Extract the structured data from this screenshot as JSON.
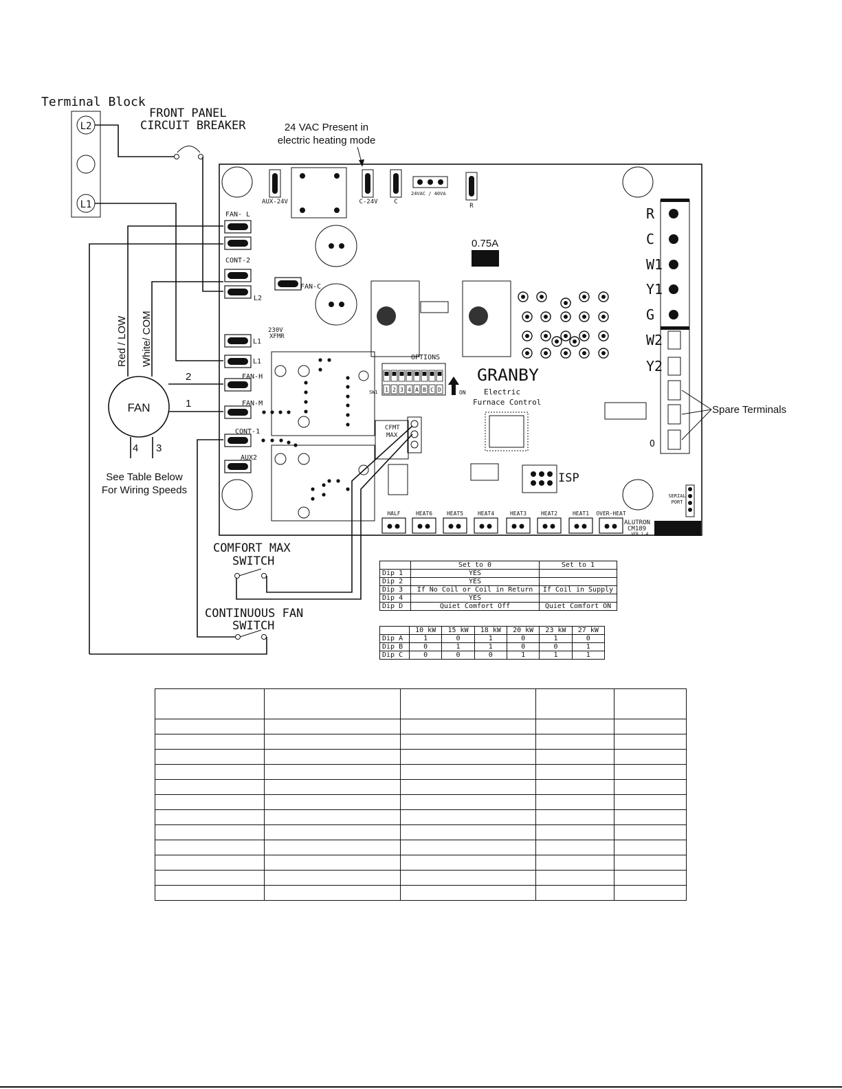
{
  "labels": {
    "terminal_block": "Terminal Block",
    "breaker_line1": "FRONT PANEL",
    "breaker_line2": "CIRCUIT BREAKER",
    "vac_line1": "24 VAC Present in",
    "vac_line2": "electric heating mode",
    "red_low": "Red / LOW",
    "white_com": "White/ COM",
    "fan": "FAN",
    "fan_wire_2": "2",
    "fan_wire_1": "1",
    "fan_wire_4": "4",
    "fan_wire_3": "3",
    "see_table_1": "See Table Below",
    "see_table_2": "For Wiring Speeds",
    "comfort_max_1": "COMFORT MAX",
    "comfort_max_2": "SWITCH",
    "cont_fan_1": "CONTINUOUS FAN",
    "cont_fan_2": "SWITCH",
    "spare_terminals": "Spare Terminals",
    "fuse_rating": "0.75A",
    "brand": "GRANBY",
    "product_1": "Electric",
    "product_2": "Furnace Control",
    "mfr_1": "ALUTRON",
    "mfr_2": "CM189",
    "mfr_3": "VER 1.4",
    "isp": "ISP",
    "serial_1": "SERIAL",
    "serial_2": "PORT",
    "options": "OPTIONS",
    "on": "ON",
    "sw1": "SW1",
    "cfmt_1": "CFMT",
    "cfmt_2": "MAX",
    "xfmr_1": "230V",
    "xfmr_2": "XFMR",
    "transformer_spec": "24VAC / 40VA"
  },
  "terminal_block": [
    "L2",
    "",
    "L1"
  ],
  "top_jumpers": [
    {
      "ref": "SP8",
      "label": "AUX-24V"
    },
    {
      "ref": "SP7",
      "label": "C-24V"
    },
    {
      "ref": "SP9",
      "label": "C"
    },
    {
      "ref": "SP14",
      "label": "R"
    }
  ],
  "left_connectors": [
    {
      "ref": "SP11",
      "label": "FAN- L"
    },
    {
      "ref": "SP10",
      "label": "CONT-2"
    },
    {
      "ref": "SP12",
      "label": "L2"
    },
    {
      "ref": "SP16",
      "label": "FAN-C"
    },
    {
      "ref": "SP4",
      "label": "L1"
    },
    {
      "ref": "SP5",
      "label": "L1"
    },
    {
      "ref": "SP3",
      "label": "FAN-H"
    },
    {
      "ref": "SP2",
      "label": "FAN-M"
    },
    {
      "ref": "SP13",
      "label": "CONT-1"
    },
    {
      "ref": "SP1",
      "label": "AUX2"
    }
  ],
  "thermostat_terminals": [
    "R",
    "C",
    "W1",
    "Y1",
    "G",
    "W2",
    "Y2",
    "O"
  ],
  "dip_switches": [
    "1",
    "2",
    "3",
    "4",
    "A",
    "B",
    "C",
    "D"
  ],
  "heat_connectors": [
    "HALF",
    "HEAT6",
    "HEAT5",
    "HEAT4",
    "HEAT3",
    "HEAT2",
    "HEAT1",
    "OVER-HEAT"
  ],
  "dip_table": {
    "headers": [
      "",
      "Set to 0",
      "Set to 1"
    ],
    "rows": [
      [
        "Dip 1",
        "YES",
        ""
      ],
      [
        "Dip 2",
        "YES",
        ""
      ],
      [
        "Dip 3",
        "If No Coil or Coil in Return",
        "If Coil in Supply"
      ],
      [
        "Dip 4",
        "YES",
        ""
      ],
      [
        "Dip D",
        "Quiet Comfort Off",
        "Quiet Comfort ON"
      ]
    ]
  },
  "kw_table": {
    "headers": [
      "",
      "10 kW",
      "15 kW",
      "18 kW",
      "20 kW",
      "23 kW",
      "27 kW"
    ],
    "rows": [
      [
        "Dip A",
        "1",
        "0",
        "1",
        "0",
        "1",
        "0"
      ],
      [
        "Dip B",
        "0",
        "1",
        "1",
        "0",
        "0",
        "1"
      ],
      [
        "Dip C",
        "0",
        "0",
        "0",
        "1",
        "1",
        "1"
      ]
    ]
  },
  "wiring_table": {
    "headers": [
      "",
      "",
      "",
      "",
      ""
    ],
    "rows": [
      [
        "",
        "",
        "",
        "",
        ""
      ],
      [
        "",
        "",
        "",
        "",
        ""
      ],
      [
        "",
        "",
        "",
        "",
        ""
      ],
      [
        "",
        "",
        "",
        "",
        ""
      ],
      [
        "",
        "",
        "",
        "",
        ""
      ],
      [
        "",
        "",
        "",
        "",
        ""
      ],
      [
        "",
        "",
        "",
        "",
        ""
      ],
      [
        "",
        "",
        "",
        "",
        ""
      ],
      [
        "",
        "",
        "",
        "",
        ""
      ],
      [
        "",
        "",
        "",
        "",
        ""
      ],
      [
        "",
        "",
        "",
        "",
        ""
      ],
      [
        "",
        "",
        "",
        "",
        ""
      ]
    ]
  }
}
